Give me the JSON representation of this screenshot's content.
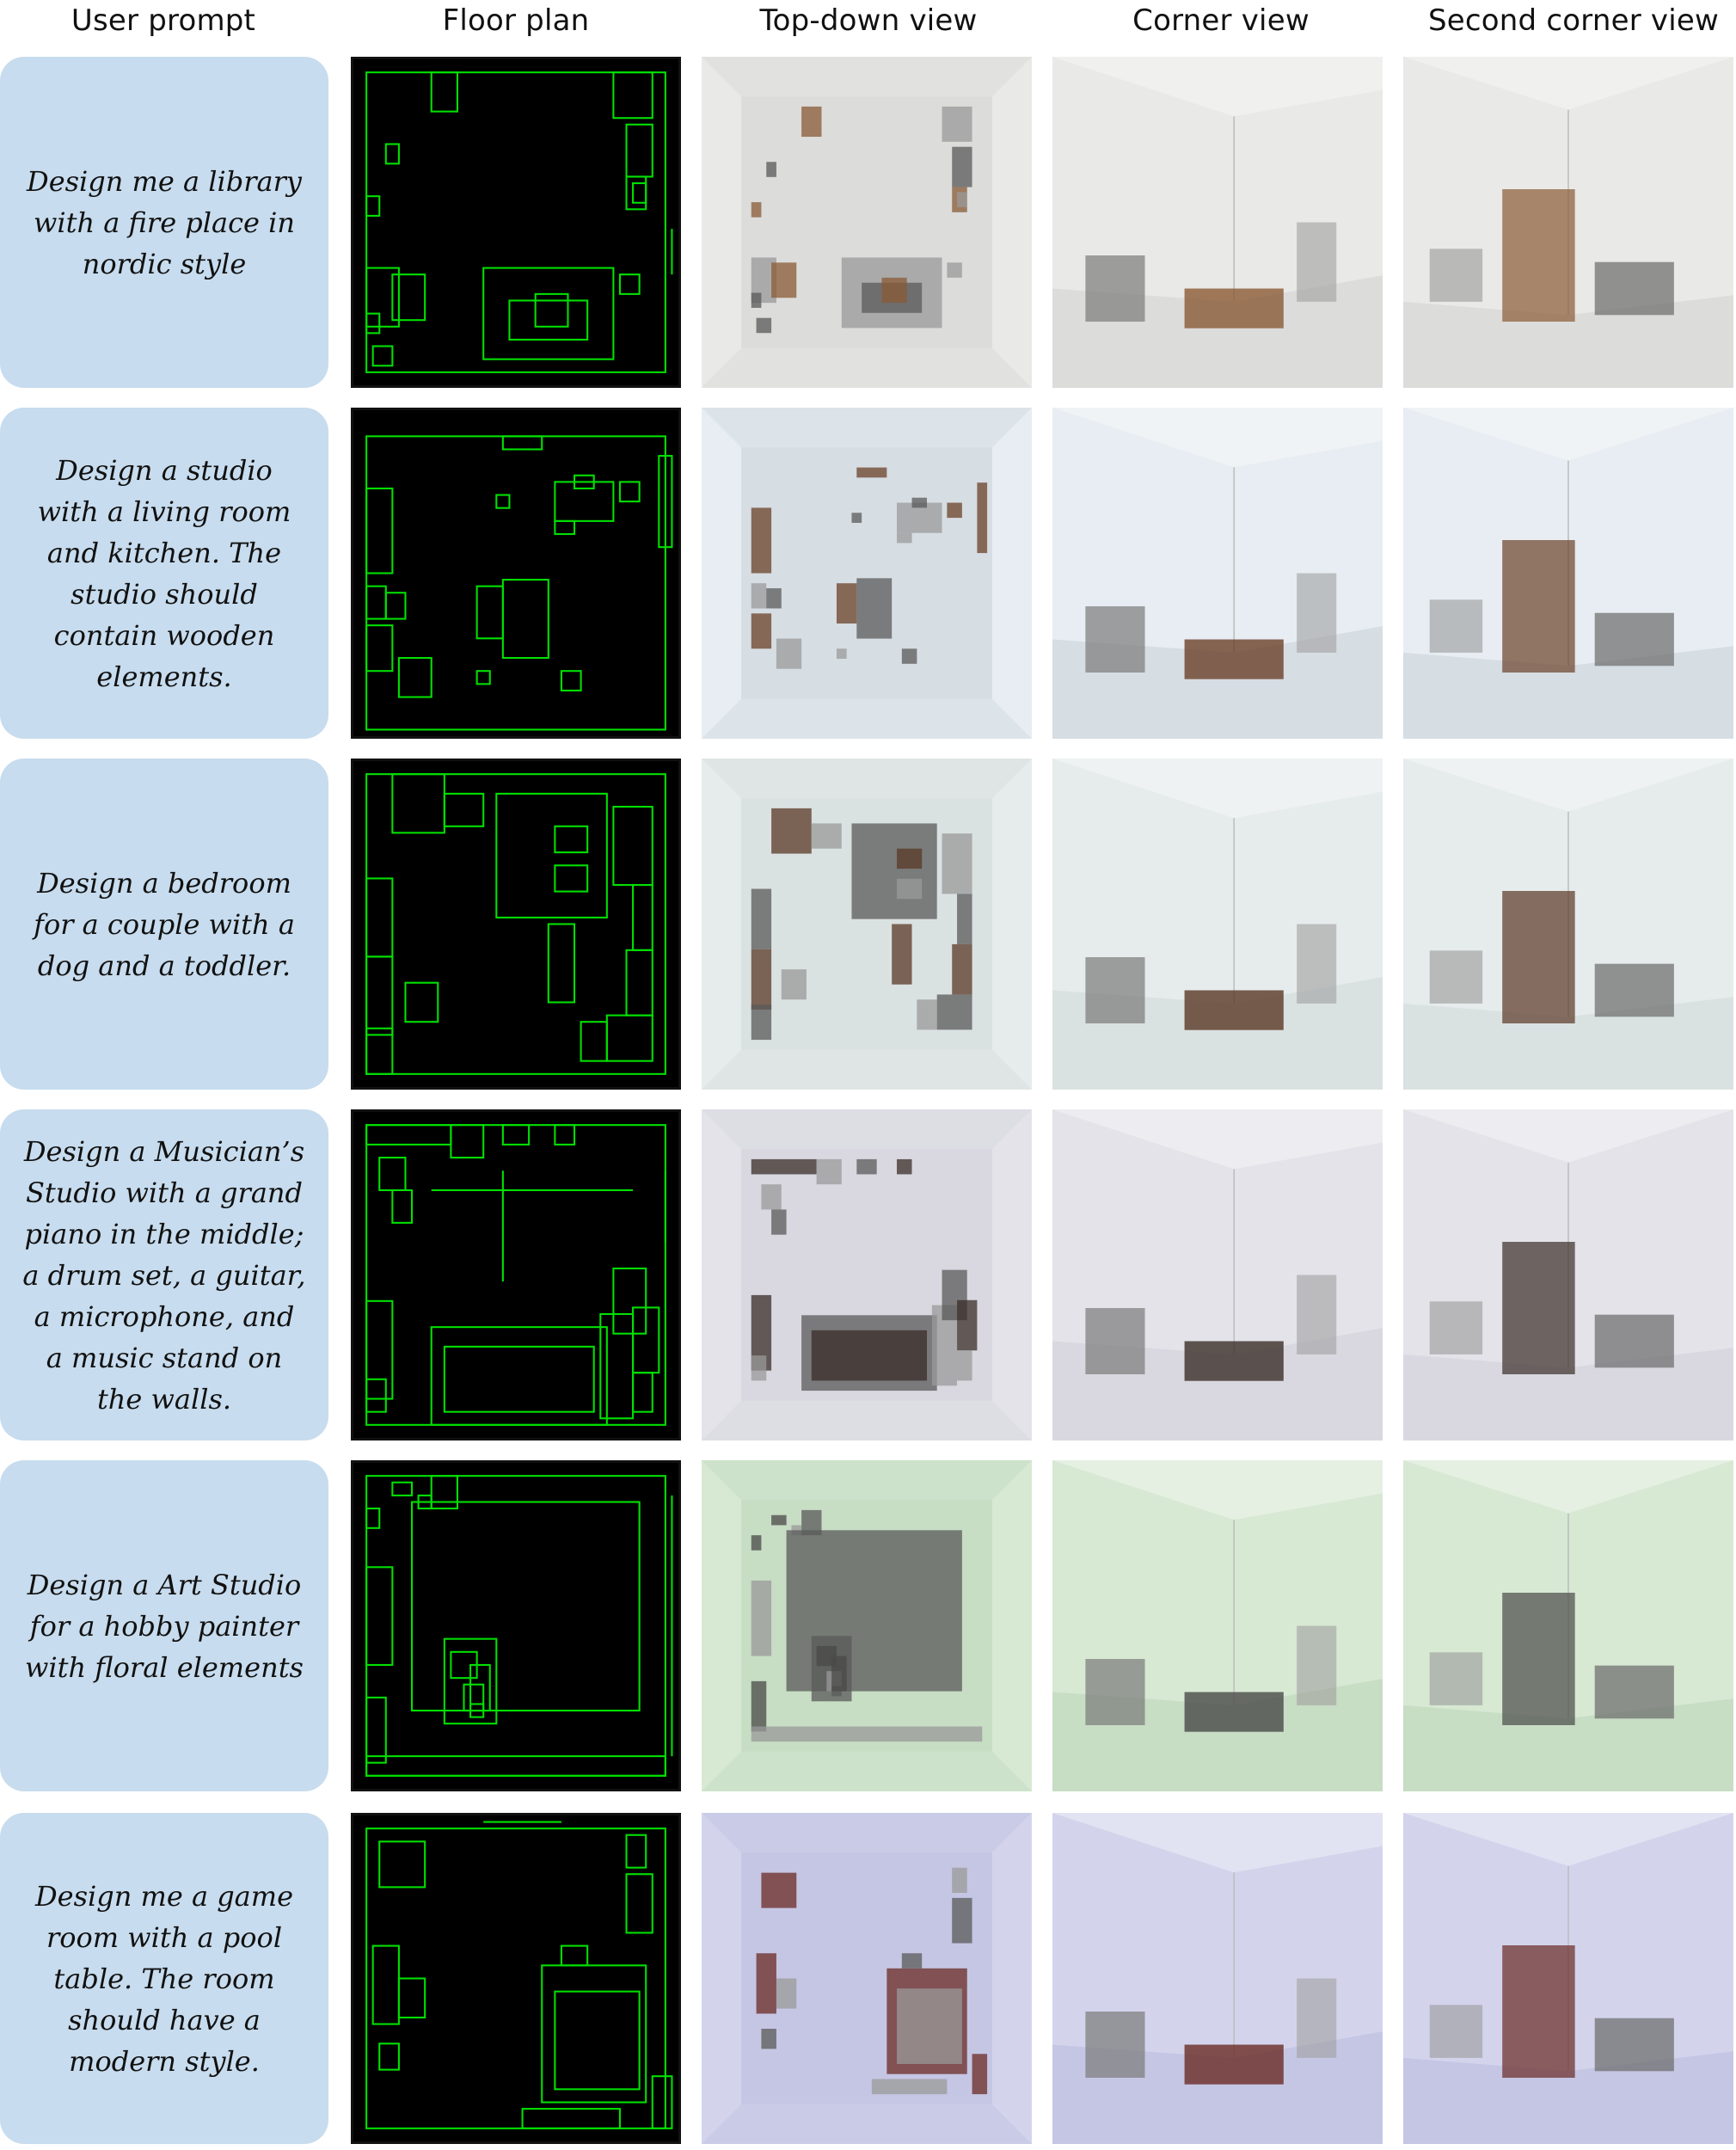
{
  "headers": {
    "prompt": "User prompt",
    "floorplan": "Floor plan",
    "topdown": "Top-down view",
    "corner": "Corner view",
    "corner2": "Second corner view"
  },
  "colors": {
    "prompt_bg": "#c7dcee",
    "floorplan_bg": "#000000",
    "floorplan_line": "#00e000"
  },
  "rows": [
    {
      "prompt": "Design me a library with a fire place in nordic style",
      "wall": "#e9e9e7",
      "floor": "#dcdcda",
      "accent": "#8a5a35",
      "plan": [
        [
          4,
          4,
          92,
          92
        ],
        [
          24,
          4,
          8,
          12
        ],
        [
          80,
          4,
          12,
          14
        ],
        [
          84,
          20,
          8,
          16
        ],
        [
          84,
          36,
          6,
          10
        ],
        [
          86,
          38,
          4,
          6
        ],
        [
          10,
          26,
          4,
          6
        ],
        [
          4,
          42,
          4,
          6
        ],
        [
          4,
          64,
          10,
          18
        ],
        [
          4,
          78,
          4,
          6
        ],
        [
          12,
          66,
          10,
          14
        ],
        [
          40,
          64,
          40,
          28
        ],
        [
          48,
          74,
          24,
          12
        ],
        [
          56,
          72,
          10,
          10
        ],
        [
          82,
          66,
          6,
          6
        ],
        [
          6,
          88,
          6,
          6
        ]
      ],
      "plan_lines": [
        [
          98,
          52,
          98,
          66
        ]
      ]
    },
    {
      "prompt": "Design a studio with a living room and kitchen. The studio should contain wooden elements.",
      "wall": "#e7edf2",
      "floor": "#d6dde3",
      "accent": "#6b4028",
      "plan": [
        [
          4,
          8,
          92,
          90
        ],
        [
          46,
          8,
          12,
          4
        ],
        [
          62,
          22,
          18,
          12
        ],
        [
          68,
          20,
          6,
          4
        ],
        [
          82,
          22,
          6,
          6
        ],
        [
          62,
          34,
          6,
          4
        ],
        [
          44,
          26,
          4,
          4
        ],
        [
          4,
          24,
          8,
          26
        ],
        [
          4,
          54,
          6,
          10
        ],
        [
          10,
          56,
          6,
          8
        ],
        [
          4,
          66,
          8,
          14
        ],
        [
          14,
          76,
          10,
          12
        ],
        [
          46,
          52,
          14,
          24
        ],
        [
          38,
          54,
          8,
          16
        ],
        [
          38,
          80,
          4,
          4
        ],
        [
          64,
          80,
          6,
          6
        ],
        [
          94,
          14,
          4,
          28
        ]
      ],
      "plan_lines": []
    },
    {
      "prompt": "Design a bedroom for a couple with a dog and a toddler.",
      "wall": "#e6ecec",
      "floor": "#dae1e1",
      "accent": "#5a3825",
      "plan": [
        [
          4,
          4,
          92,
          92
        ],
        [
          12,
          4,
          16,
          18
        ],
        [
          28,
          10,
          12,
          10
        ],
        [
          44,
          10,
          34,
          38
        ],
        [
          62,
          20,
          10,
          8
        ],
        [
          62,
          32,
          10,
          8
        ],
        [
          4,
          36,
          8,
          24
        ],
        [
          4,
          60,
          8,
          24
        ],
        [
          16,
          68,
          10,
          12
        ],
        [
          4,
          82,
          8,
          14
        ],
        [
          60,
          50,
          8,
          24
        ],
        [
          80,
          14,
          12,
          24
        ],
        [
          86,
          38,
          6,
          20
        ],
        [
          84,
          58,
          8,
          20
        ],
        [
          70,
          80,
          8,
          12
        ],
        [
          78,
          78,
          14,
          14
        ]
      ],
      "plan_lines": []
    },
    {
      "prompt": "Design a Musician’s Studio with a grand piano in the middle; a drum set, a guitar, a microphone, and a music stand on the walls.",
      "wall": "#e4e3ea",
      "floor": "#d9d8e0",
      "accent": "#3a2e28",
      "plan": [
        [
          4,
          4,
          92,
          92
        ],
        [
          4,
          4,
          26,
          6
        ],
        [
          30,
          4,
          10,
          10
        ],
        [
          46,
          4,
          8,
          6
        ],
        [
          62,
          4,
          6,
          6
        ],
        [
          8,
          14,
          8,
          10
        ],
        [
          12,
          24,
          6,
          10
        ],
        [
          4,
          58,
          8,
          30
        ],
        [
          4,
          82,
          6,
          10
        ],
        [
          24,
          66,
          54,
          30
        ],
        [
          28,
          72,
          46,
          20
        ],
        [
          76,
          62,
          10,
          32
        ],
        [
          80,
          48,
          10,
          20
        ],
        [
          86,
          60,
          8,
          20
        ],
        [
          86,
          80,
          6,
          12
        ]
      ],
      "plan_lines": [
        [
          46,
          18,
          46,
          52
        ],
        [
          24,
          24,
          86,
          24
        ],
        [
          96,
          18,
          96,
          40
        ]
      ]
    },
    {
      "prompt": "Design a Art Studio for a hobby painter with floral elements",
      "wall": "#d7e8d3",
      "floor": "#c7ddc4",
      "accent": "#4a4a48",
      "plan": [
        [
          4,
          4,
          92,
          92
        ],
        [
          12,
          6,
          6,
          4
        ],
        [
          20,
          10,
          4,
          4
        ],
        [
          24,
          4,
          8,
          10
        ],
        [
          4,
          14,
          4,
          6
        ],
        [
          4,
          32,
          8,
          30
        ],
        [
          18,
          12,
          70,
          64
        ],
        [
          4,
          72,
          6,
          20
        ],
        [
          4,
          90,
          92,
          6
        ],
        [
          28,
          54,
          16,
          26
        ],
        [
          30,
          58,
          8,
          8
        ],
        [
          34,
          68,
          6,
          8
        ],
        [
          36,
          74,
          4,
          4
        ],
        [
          36,
          62,
          6,
          14
        ]
      ],
      "plan_lines": [
        [
          98,
          10,
          98,
          90
        ]
      ]
    },
    {
      "prompt": "Design me a game room with a pool table. The room should have a modern style.",
      "wall": "#d3d4ec",
      "floor": "#c5c6e4",
      "accent": "#6a2a24",
      "plan": [
        [
          4,
          4,
          92,
          92
        ],
        [
          8,
          8,
          14,
          14
        ],
        [
          84,
          6,
          6,
          10
        ],
        [
          84,
          18,
          8,
          18
        ],
        [
          6,
          40,
          8,
          24
        ],
        [
          14,
          50,
          8,
          12
        ],
        [
          8,
          70,
          6,
          8
        ],
        [
          58,
          46,
          32,
          42
        ],
        [
          62,
          54,
          26,
          30
        ],
        [
          64,
          40,
          8,
          6
        ],
        [
          92,
          80,
          6,
          16
        ],
        [
          52,
          90,
          30,
          6
        ]
      ],
      "plan_lines": [
        [
          40,
          2,
          64,
          2
        ]
      ]
    }
  ]
}
